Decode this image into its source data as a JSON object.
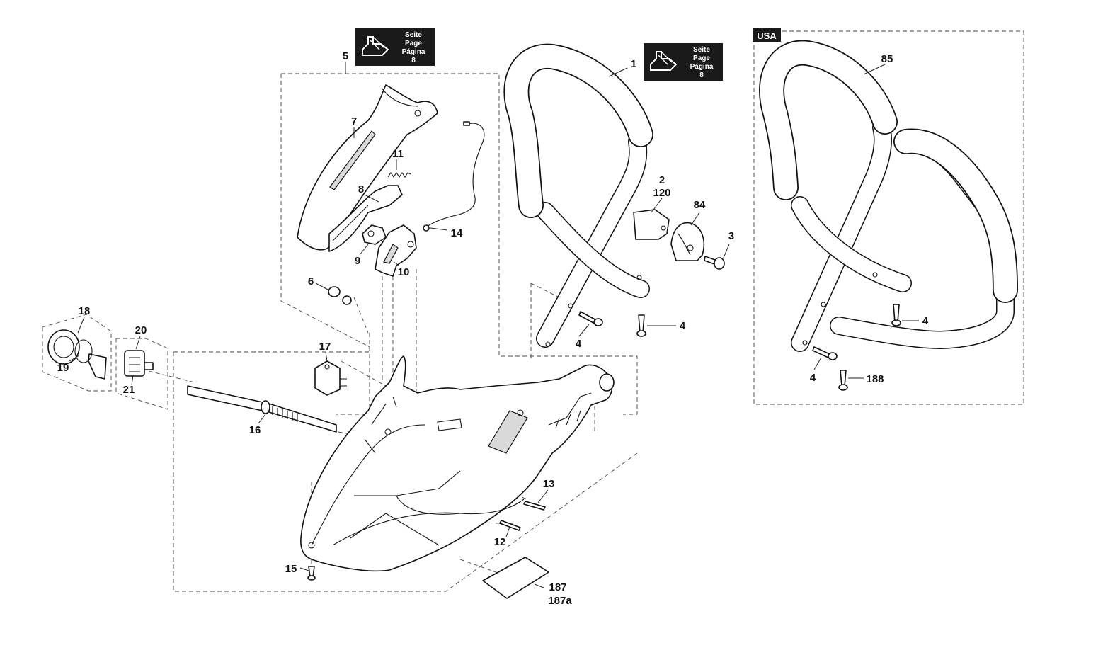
{
  "page_ref": {
    "line1": "Seite",
    "line2": "Page",
    "line3": "Página",
    "number": "8",
    "icon": "chainsaw-grip-icon"
  },
  "usa_panel": {
    "badge": "USA"
  },
  "labels": {
    "p1": "1",
    "p2": "2",
    "p120": "120",
    "p3": "3",
    "p4": "4",
    "p5": "5",
    "p6": "6",
    "p7": "7",
    "p8": "8",
    "p9": "9",
    "p10": "10",
    "p11": "11",
    "p12": "12",
    "p13": "13",
    "p14": "14",
    "p15": "15",
    "p16": "16",
    "p17": "17",
    "p18": "18",
    "p19": "19",
    "p20": "20",
    "p21": "21",
    "p84": "84",
    "p85": "85",
    "p187": "187",
    "p187a": "187a",
    "p188": "188"
  },
  "colors": {
    "line": "#111111",
    "badge_bg": "#1a1a1a",
    "badge_text": "#ffffff"
  }
}
